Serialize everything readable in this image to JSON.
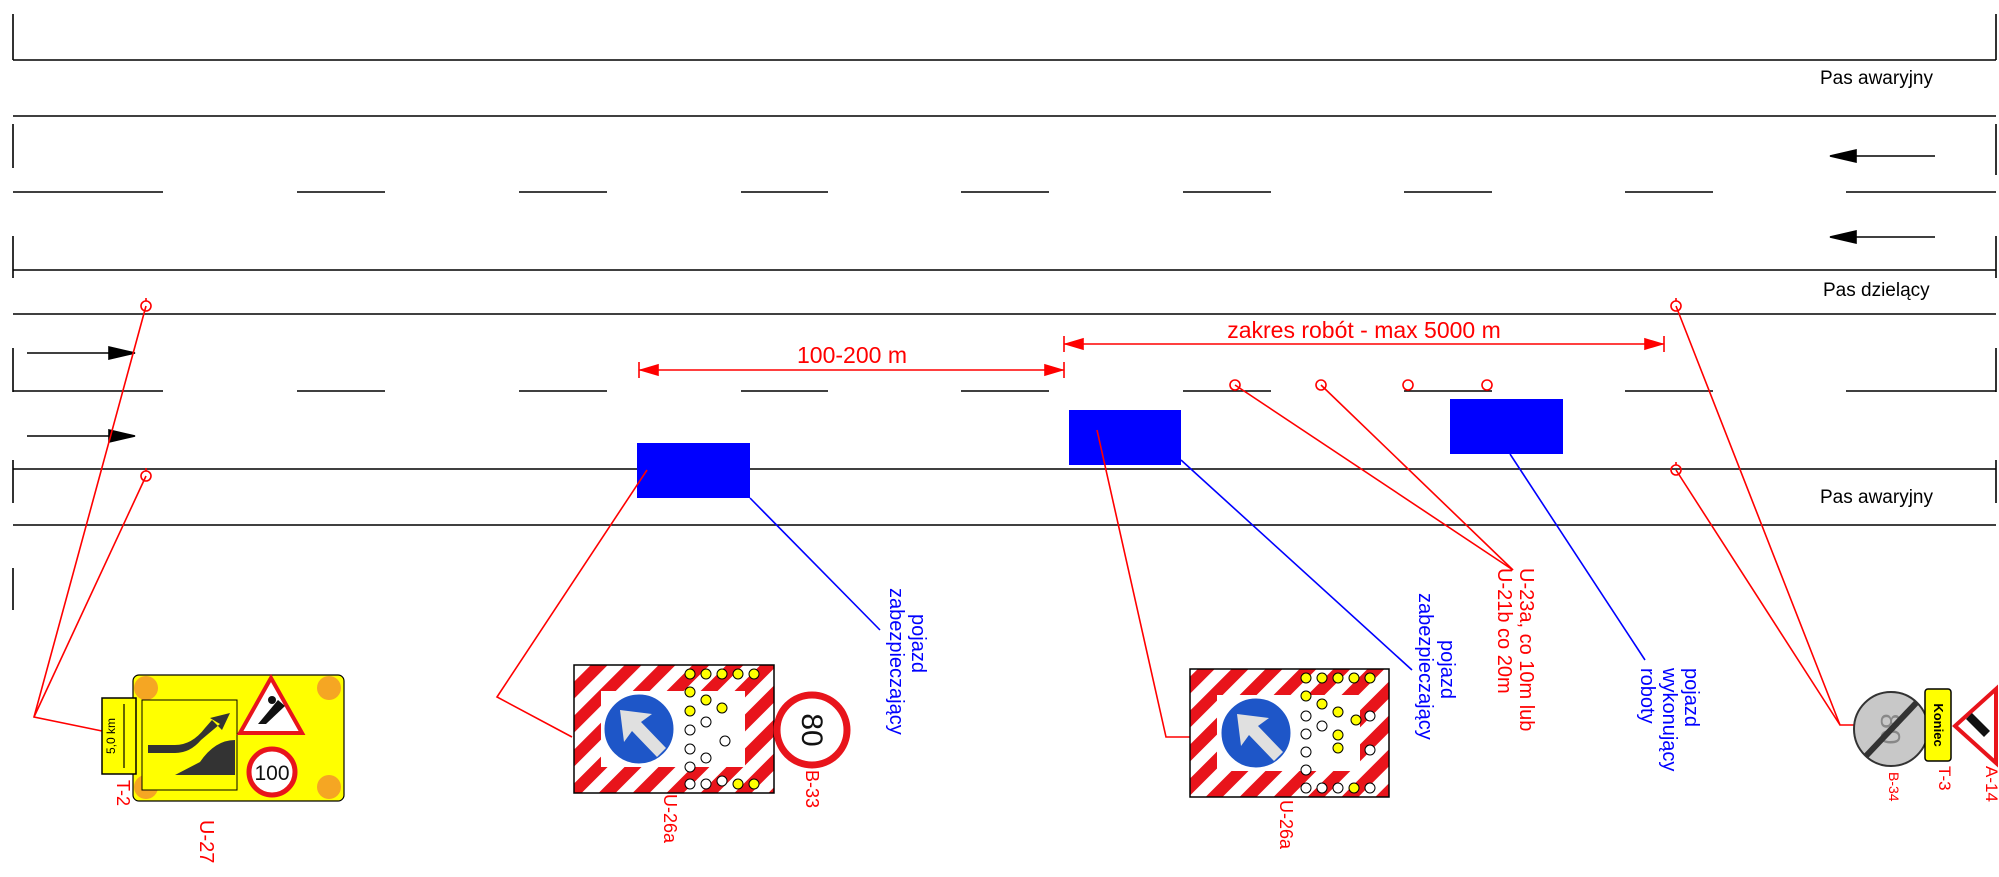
{
  "road": {
    "shoulder_top_label": "Pas awaryjny",
    "median_label": "Pas dzielący",
    "shoulder_bottom_label": "Pas awaryjny"
  },
  "dimensions": {
    "buffer_distance": "100-200 m",
    "work_range": "zakres robót - max 5000 m"
  },
  "labels": {
    "pojazd": "pojazd",
    "zabezpieczajacy": "zabezpieczający",
    "wykonujacy": "wykonujący",
    "roboty": "roboty",
    "u23a_line1": "U-23a, co 10m lub",
    "u23a_line2": "U-21b co 20m"
  },
  "signs": {
    "u27": {
      "code": "U-27",
      "t2_code": "T-2",
      "t2_text": "5,0 km",
      "speed": "100"
    },
    "u26a_first": {
      "code": "U-26a",
      "b33_code": "B-33",
      "b33_value": "80"
    },
    "u26a_second": {
      "code": "U-26a"
    },
    "end": {
      "b34_code": "B-34",
      "b34_value": "80",
      "t3_code": "T-3",
      "t3_text": "Koniec",
      "a14_code": "A-14"
    }
  },
  "colors": {
    "road_lines": "#000000",
    "annotation_red": "#ff0000",
    "annotation_blue": "#0000ff",
    "vehicle_blue": "#0000ff",
    "sign_yellow": "#ffff00",
    "sign_blue": "#1e56c8"
  }
}
